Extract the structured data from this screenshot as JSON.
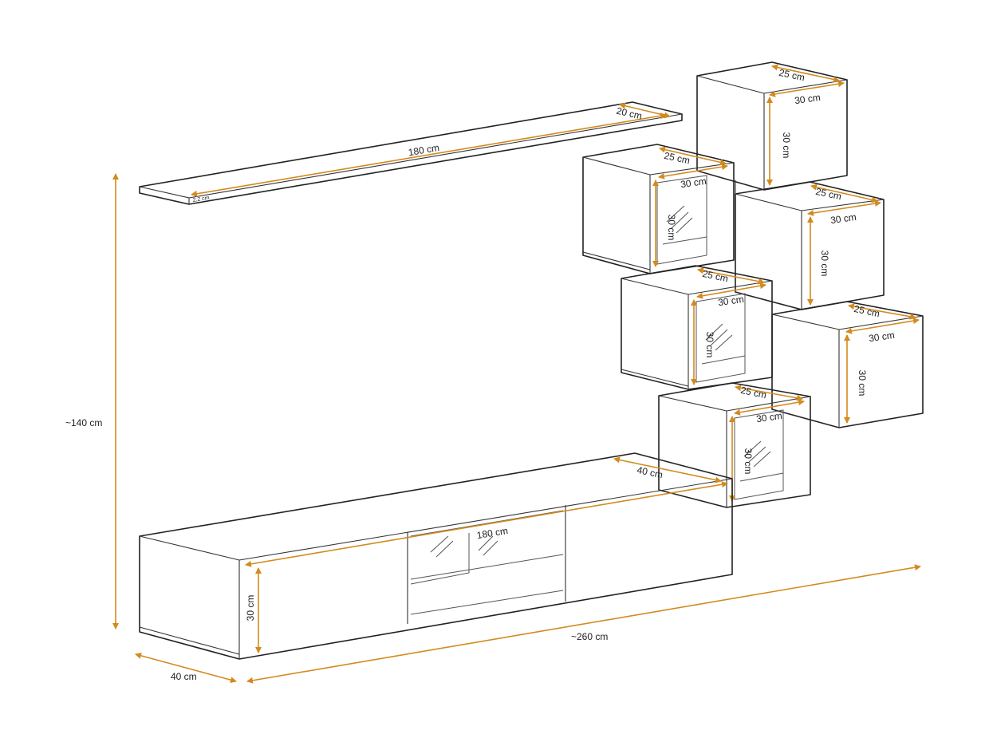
{
  "colors": {
    "line": "#222222",
    "dimension": "#d38a1e",
    "background": "#ffffff"
  },
  "labels": {
    "total_height": "~140 cm",
    "total_width": "~260 cm",
    "tv_depth": "40 cm",
    "tv_top_depth": "40 cm",
    "tv_width": "180 cm",
    "tv_height": "30 cm",
    "shelf_length": "180 cm",
    "shelf_depth": "20 cm",
    "shelf_thickness": "2,2 cm",
    "cube_depth": "25 cm",
    "cube_width": "30 cm",
    "cube_height": "30 cm"
  }
}
